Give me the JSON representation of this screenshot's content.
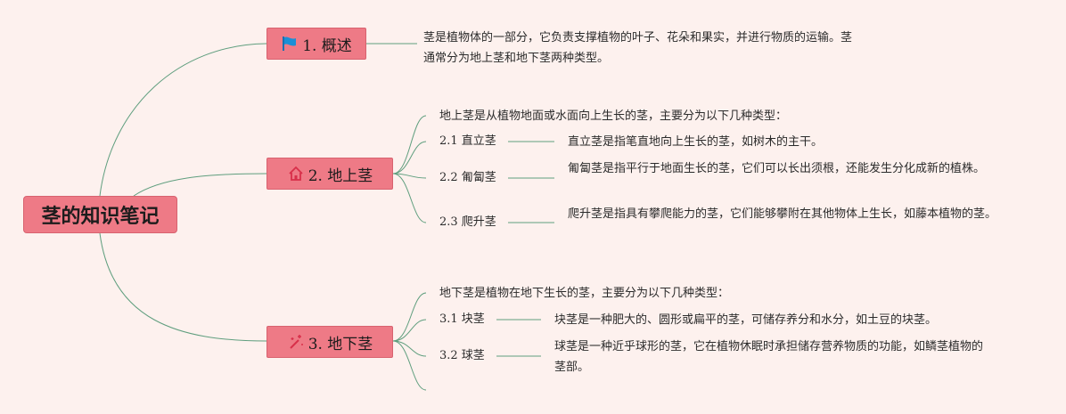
{
  "root": {
    "title": "茎的知识笔记"
  },
  "branches": [
    {
      "label": "1. 概述",
      "icon": "flag-icon",
      "note": "茎是植物体的一部分，它负责支撑植物的叶子、花朵和果实，并进行物质的运输。茎通常分为地上茎和地下茎两种类型。"
    },
    {
      "label": "2. 地上茎",
      "icon": "home-icon",
      "intro": "地上茎是从植物地面或水面向上生长的茎，主要分为以下几种类型：",
      "items": [
        {
          "label": "2.1 直立茎",
          "desc": "直立茎是指笔直地向上生长的茎，如树木的主干。"
        },
        {
          "label": "2.2 匍匐茎",
          "desc": "匍匐茎是指平行于地面生长的茎，它们可以长出须根，还能发生分化成新的植株。"
        },
        {
          "label": "2.3 爬升茎",
          "desc": "爬升茎是指具有攀爬能力的茎，它们能够攀附在其他物体上生长，如藤本植物的茎。"
        }
      ]
    },
    {
      "label": "3. 地下茎",
      "icon": "sparkle-wand-icon",
      "intro": "地下茎是植物在地下生长的茎，主要分为以下几种类型：",
      "items": [
        {
          "label": "3.1 块茎",
          "desc": "块茎是一种肥大的、圆形或扁平的茎，可储存养分和水分，如土豆的块茎。"
        },
        {
          "label": "3.2 球茎",
          "desc": "球茎是一种近乎球形的茎，它在植物休眠时承担储存营养物质的功能，如鳞茎植物的茎部。"
        }
      ]
    }
  ],
  "colors": {
    "background": "#fdf1ee",
    "node": "#ee7a86",
    "node_border": "#d8626f",
    "link": "#5f9e7e",
    "flag_icon": "#1a8fd6",
    "home_icon": "#d8304a"
  }
}
